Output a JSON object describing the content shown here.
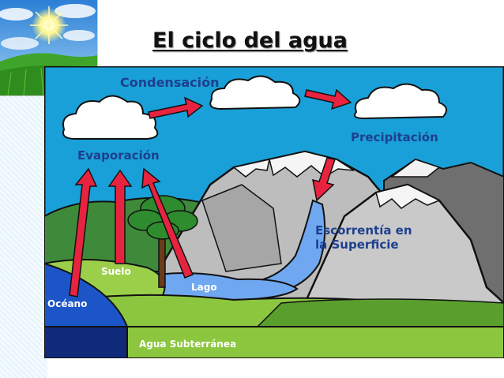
{
  "title": "El ciclo del agua",
  "labels": {
    "condensation": "Condensación",
    "precipitation": "Precipitación",
    "evaporation": "Evaporación",
    "runoff_line1": "Escorrentía en",
    "runoff_line2": "la Superficie",
    "soil": "Suelo",
    "lake": "Lago",
    "ocean": "Océano",
    "groundwater": "Agua Subterránea"
  },
  "colors": {
    "sky": "#1aa0d8",
    "label_text": "#1d3f8f",
    "arrow": "#e8233f",
    "water": "#6fa8f0",
    "ocean": "#1c55c8",
    "groundwater": "#0f2a7a"
  }
}
